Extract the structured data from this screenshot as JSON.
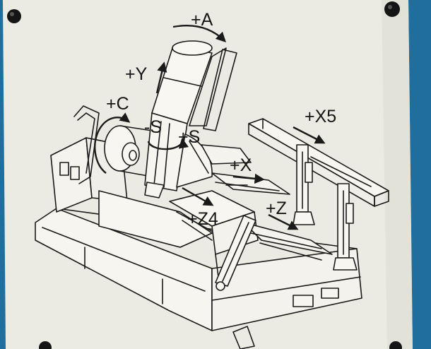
{
  "colors": {
    "background": "#1f6e9e",
    "plate": "#ecebe3",
    "ink": "#1a1a1a",
    "screw": "#151515"
  },
  "axes": {
    "a": "+A",
    "y": "+Y",
    "c": "+C",
    "s_minus": "-S",
    "s_plus": "+S",
    "x": "+X",
    "x5": "+X5",
    "z4": "+Z4",
    "z": "+Z"
  },
  "icons": [
    "screw-icon"
  ]
}
